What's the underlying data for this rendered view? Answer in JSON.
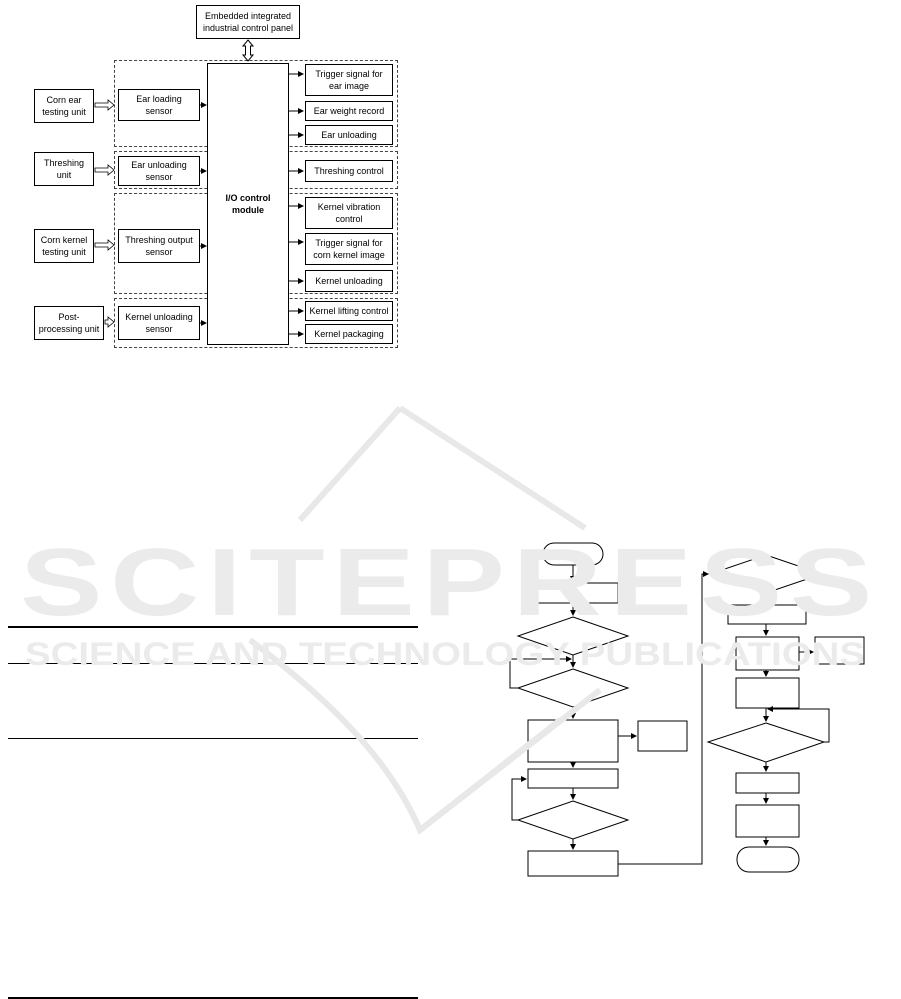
{
  "block_diagram": {
    "top_panel": "Embedded integrated industrial control panel",
    "units": [
      "Corn ear testing unit",
      "Threshing unit",
      "Corn kernel testing unit",
      "Post-processing unit"
    ],
    "sensors": [
      "Ear loading sensor",
      "Ear unloading sensor",
      "Threshing output sensor",
      "Kernel unloading sensor"
    ],
    "center_module": "I/O control module",
    "outputs": [
      "Trigger signal for ear image",
      "Ear weight record",
      "Ear unloading",
      "Threshing control",
      "Kernel vibration control",
      "Trigger signal for corn kernel image",
      "Kernel unloading",
      "Kernel lifting control",
      "Kernel packaging"
    ]
  },
  "watermark": {
    "title": "SCITEPRESS",
    "subtitle": "SCIENCE AND TECHNOLOGY PUBLICATIONS",
    "color": "#e6e6e6"
  }
}
